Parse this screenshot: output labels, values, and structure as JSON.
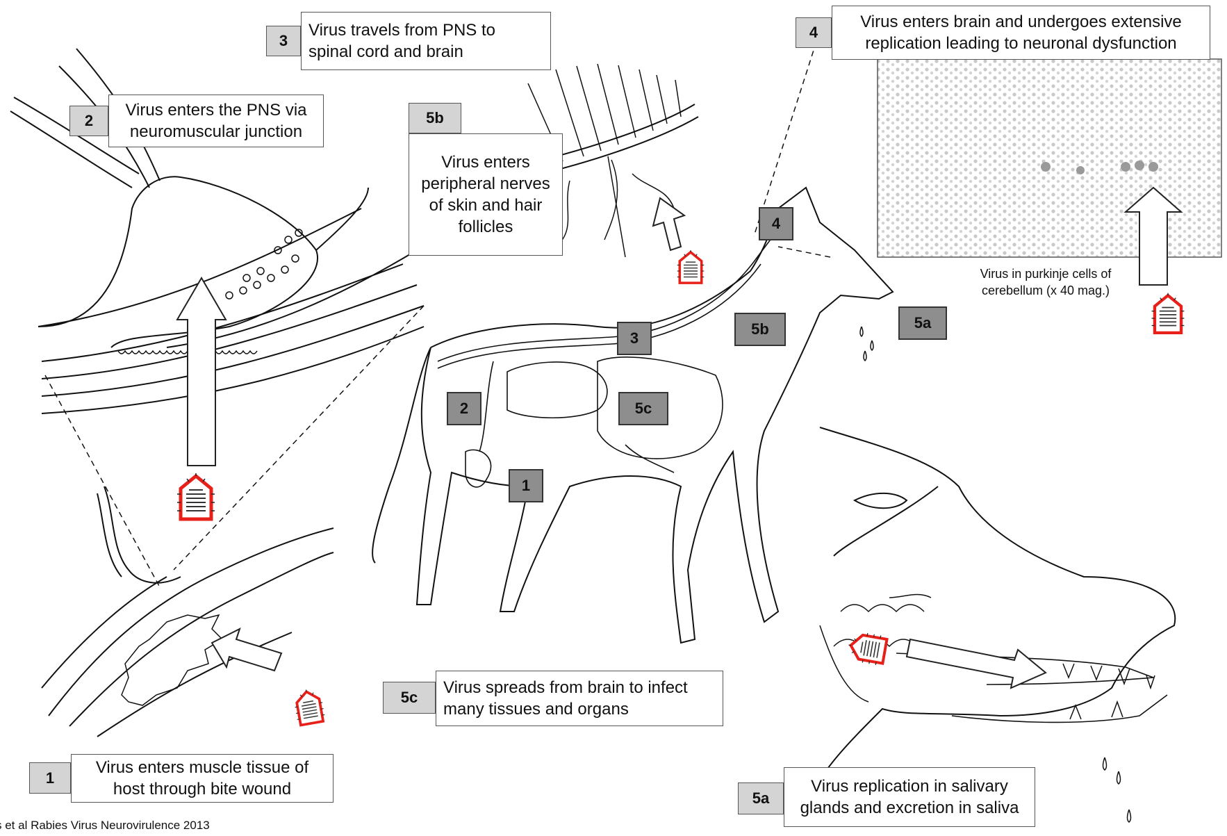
{
  "callouts": {
    "c1": {
      "num": "1",
      "text": "Virus enters muscle tissue of host through bite wound"
    },
    "c2": {
      "num": "2",
      "text": "Virus enters the PNS via neuromuscular junction"
    },
    "c3": {
      "num": "3",
      "text": "Virus travels from PNS to spinal cord and brain"
    },
    "c4": {
      "num": "4",
      "text": "Virus enters brain and undergoes extensive replication leading to neuronal dysfunction"
    },
    "c5a": {
      "num": "5a",
      "text": "Virus replication in salivary glands and excretion in saliva"
    },
    "c5b": {
      "num": "5b",
      "text": "Virus enters peripheral nerves of skin and hair follicles"
    },
    "c5c": {
      "num": "5c",
      "text": "Virus spreads from brain to infect many tissues and organs"
    }
  },
  "dog_tags": {
    "t1": "1",
    "t2": "2",
    "t3": "3",
    "t4": "4",
    "t5a": "5a",
    "t5b": "5b",
    "t5c": "5c"
  },
  "micrograph_caption": "Virus in purkinje cells of cerebellum (x 40 mag.)",
  "credit": "s et al Rabies Virus Neurovirulence 2013",
  "colors": {
    "virion_outline": "#e8201a",
    "tag_fill": "#8e8e8e",
    "callout_num_fill": "#d4d4d4"
  }
}
